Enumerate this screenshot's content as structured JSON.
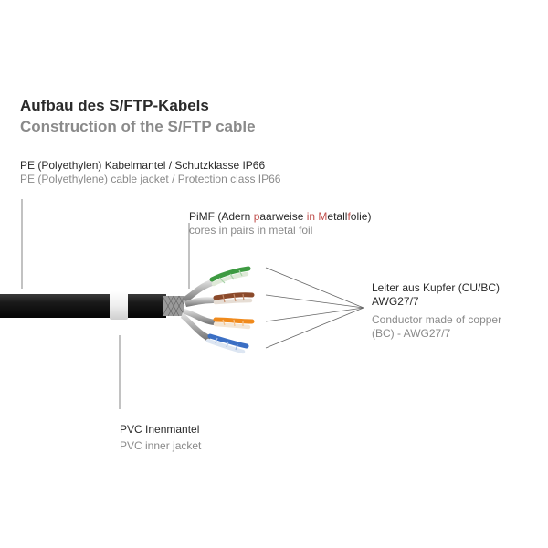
{
  "title": {
    "de": "Aufbau des S/FTP-Kabels",
    "en": "Construction of the S/FTP cable"
  },
  "labels": {
    "jacket": {
      "de": "PE (Polyethylen) Kabelmantel / Schutzklasse IP66",
      "en": "PE (Polyethylene) cable jacket / Protection class IP66"
    },
    "pimf": {
      "de_parts": [
        "PiMF (Adern ",
        "p",
        "aarweise ",
        "in",
        " ",
        "M",
        "etall",
        "f",
        "olie)"
      ],
      "en": "cores in pairs in metal foil"
    },
    "conductor": {
      "de_line1": "Leiter aus Kupfer (CU/BC)",
      "de_line2": "AWG27/7",
      "en_line1": "Conductor made of copper",
      "en_line2": "(BC) - AWG27/7"
    },
    "inner_jacket": {
      "de": "PVC Inenmantel",
      "en": "PVC inner jacket"
    }
  },
  "colors": {
    "jacket": "#151515",
    "inner_jacket": "#f2f2f2",
    "pair_green": "#4caf50",
    "pair_brown": "#8b4a2b",
    "pair_orange": "#f08a1c",
    "pair_blue": "#3b6fc4",
    "highlight": "#c0504d"
  }
}
